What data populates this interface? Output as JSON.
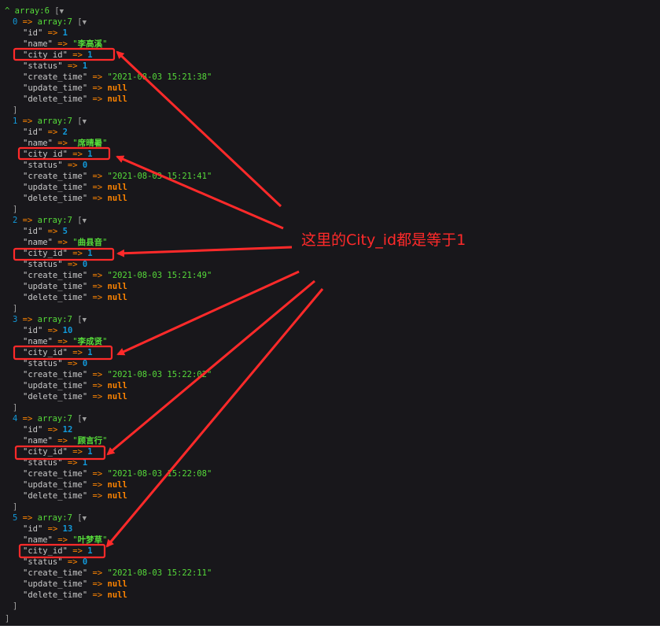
{
  "header": {
    "caret": "^",
    "type_label": "array:6",
    "open_bracket": "[",
    "toggle_icon": "▼"
  },
  "items": [
    {
      "index": "0",
      "type_label": "array:7",
      "id": "1",
      "name": "李高溪",
      "city_id": "1",
      "status": "1",
      "create_time": "2021-08-03 15:21:38",
      "update_time": "null",
      "delete_time": "null"
    },
    {
      "index": "1",
      "type_label": "array:7",
      "id": "2",
      "name": "席晴暑",
      "city_id": "1",
      "status": "0",
      "create_time": "2021-08-03 15:21:41",
      "update_time": "null",
      "delete_time": "null"
    },
    {
      "index": "2",
      "type_label": "array:7",
      "id": "5",
      "name": "曲县音",
      "city_id": "1",
      "status": "0",
      "create_time": "2021-08-03 15:21:49",
      "update_time": "null",
      "delete_time": "null"
    },
    {
      "index": "3",
      "type_label": "array:7",
      "id": "10",
      "name": "李成贤",
      "city_id": "1",
      "status": "0",
      "create_time": "2021-08-03 15:22:02",
      "update_time": "null",
      "delete_time": "null"
    },
    {
      "index": "4",
      "type_label": "array:7",
      "id": "12",
      "name": "顾言行",
      "city_id": "1",
      "status": "1",
      "create_time": "2021-08-03 15:22:08",
      "update_time": "null",
      "delete_time": "null"
    },
    {
      "index": "5",
      "type_label": "array:7",
      "id": "13",
      "name": "叶梦草",
      "city_id": "1",
      "status": "0",
      "create_time": "2021-08-03 15:22:11",
      "update_time": "null",
      "delete_time": "null"
    }
  ],
  "keys": {
    "id": "id",
    "name": "name",
    "city_id": "city_id",
    "status": "status",
    "create_time": "create_time",
    "update_time": "update_time",
    "delete_time": "delete_time"
  },
  "syntax": {
    "arrow": "=>",
    "close_bracket": "]"
  },
  "annotation": {
    "text": "这里的City_id都是等于1",
    "color": "#ff2a2a"
  },
  "colors": {
    "background": "#18171b",
    "key": "#c8c8c8",
    "number": "#1299da",
    "string": "#56db3a",
    "null": "#ff8400",
    "arrow": "#ff8400"
  }
}
